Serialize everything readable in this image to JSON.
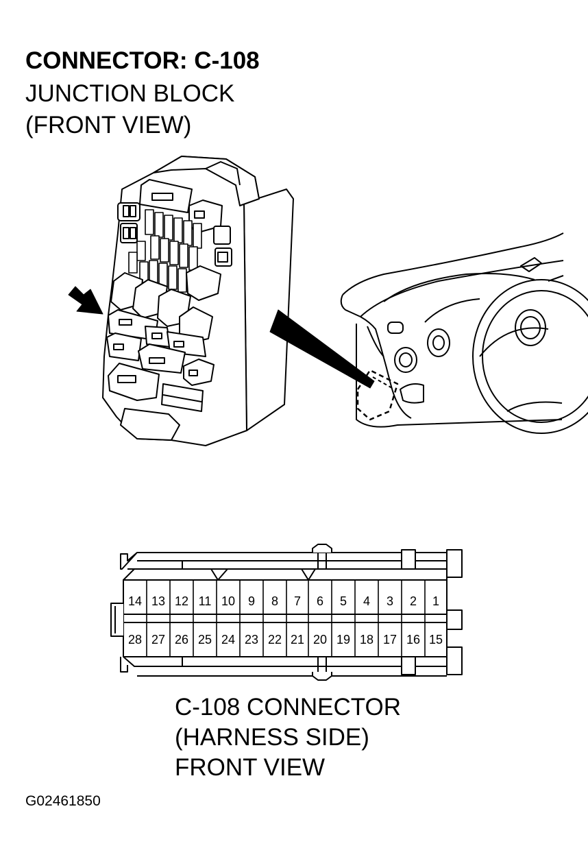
{
  "header": {
    "title": "CONNECTOR: C-108",
    "line1": "JUNCTION BLOCK",
    "line2": "(FRONT VIEW)"
  },
  "connector": {
    "top_row": [
      "14",
      "13",
      "12",
      "11",
      "10",
      "9",
      "8",
      "7",
      "6",
      "5",
      "4",
      "3",
      "2",
      "1"
    ],
    "bottom_row": [
      "28",
      "27",
      "26",
      "25",
      "24",
      "23",
      "22",
      "21",
      "20",
      "19",
      "18",
      "17",
      "16",
      "15"
    ]
  },
  "caption": {
    "line1": "C-108 CONNECTOR",
    "line2": "(HARNESS SIDE)",
    "line3": "FRONT VIEW"
  },
  "figure_id": "G02461850"
}
